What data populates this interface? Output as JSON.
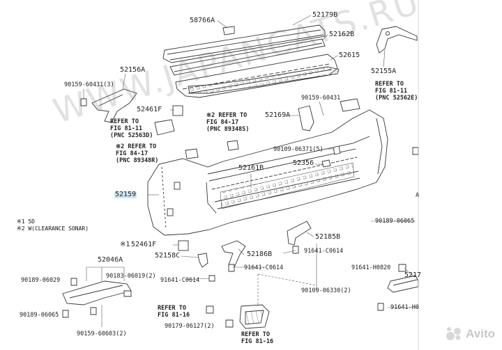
{
  "diagram": {
    "parts": {
      "p58766A": "58766A",
      "p52179B": "52179B",
      "p52162B": "52162B",
      "p52615": "52615",
      "p52155A": "52155A",
      "p52156A": "52156A",
      "p90159_60431_3": "90159-60431(3)",
      "p52461F_top": "52461F",
      "p90159_60431": "90159-60431",
      "p52169A": "52169A",
      "p90109_06371_5": "90109-06371(5)",
      "p52356": "52356",
      "p52161B": "52161B",
      "p52159": "52159",
      "p90189_06065_r": "90189-06065",
      "p52185B": "52185B",
      "p91641_C0614_a": "91641-C0614",
      "p52461F_bot": "52461F",
      "p52158C": "52158C",
      "p52186B": "52186B",
      "p91641_C0614_b": "91641-C0614",
      "p91641_C0614_c": "91641-C0614",
      "p52046A": "52046A",
      "p90189_06029": "90189-06029",
      "p90183_06019_2": "90183-06019(2)",
      "p90189_06065_l": "90189-06065",
      "p90159_60603_2": "90159-60603(2)",
      "p91641_H0820": "91641-H0820",
      "p5217": "5217",
      "p91641_H0": "91641-H0",
      "p90109_06330_2": "90109-06330(2)",
      "p90179_06127_2": "90179-06127(2)",
      "p52461F_mark": "※1",
      "p90189_06065_r2": ""
    },
    "refs": {
      "r1": [
        "REFER TO",
        "FIG 81-11",
        "(PNC 52563D)"
      ],
      "r2": [
        "※2 REFER TO",
        "FIG 84-17",
        "(PNC 89348R)"
      ],
      "r3": [
        "※2 REFER TO",
        "FIG 84-17",
        "(PNC 89348S)"
      ],
      "r4": [
        "REFER TO",
        "FIG 81-11",
        "(PNC 52562E)"
      ],
      "r5": [
        "REFER TO",
        "FIG 81-16"
      ],
      "r6": [
        "REFER TO",
        "FIG 81-16"
      ]
    },
    "notes": [
      "※1 5D",
      "※2 W(CLEARANCE SONAR)"
    ],
    "star_prefix": "※1",
    "partial_letter": "A"
  },
  "watermark": "WWW.JAPANCATS.RU",
  "brand": "Avito",
  "colors": {
    "highlight": "#cfe6f3",
    "line": "#333333"
  }
}
